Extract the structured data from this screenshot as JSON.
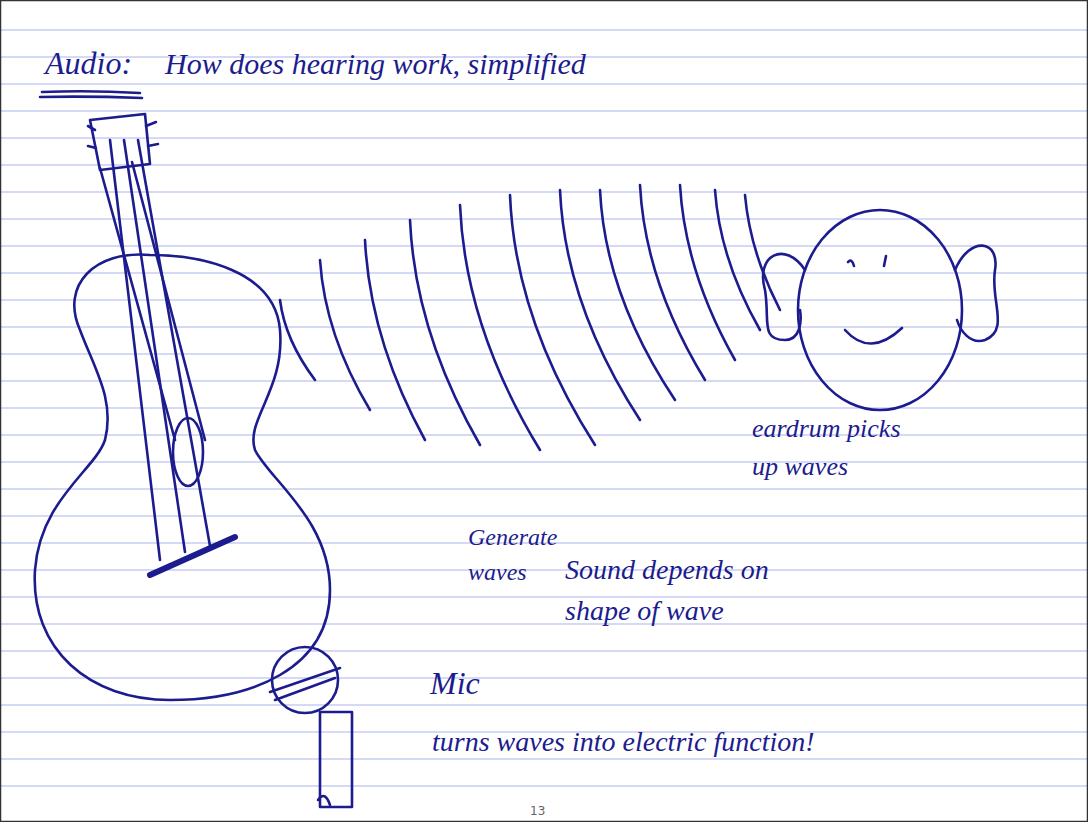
{
  "diagram": {
    "title": "Audio:",
    "labels": [
      "How does hearing work, simplified",
      "eardrum picks up waves",
      "Generate waves",
      "Sound depends on shape of wave",
      "Mic",
      "turns waves into electric function!",
      "13"
    ]
  }
}
